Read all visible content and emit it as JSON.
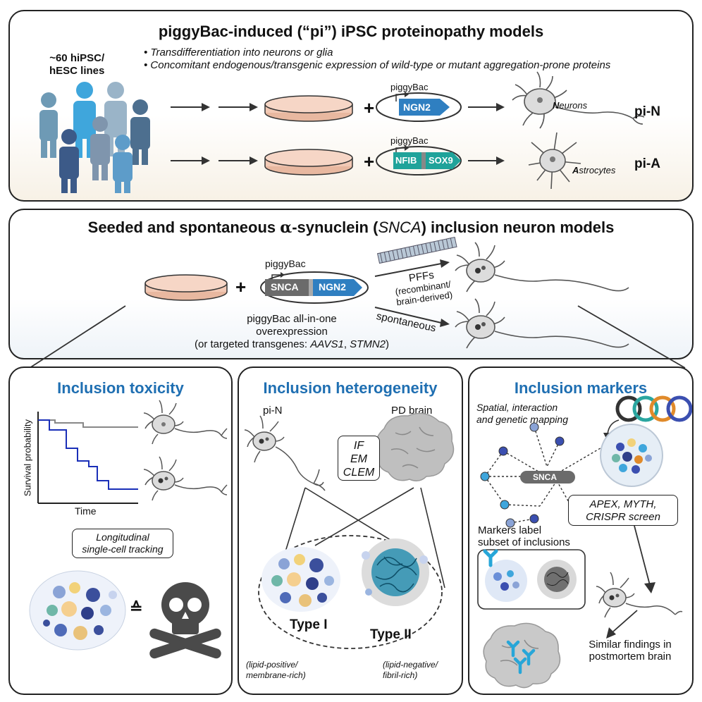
{
  "top": {
    "title": "piggyBac-induced (“pi”) iPSC proteinopathy models",
    "lines_label_1": "~60 hiPSC/",
    "lines_label_2": "hESC lines",
    "bullet_1": "• Transdifferentiation into neurons or glia",
    "bullet_2": "• Concomitant endogenous/transgenic expression of wild-type or mutant aggregation-prone proteins",
    "plus": "+",
    "piggybac": "piggyBac",
    "gene_ngn2": "NGN2",
    "gene_nfib": "NFIB",
    "gene_sox9": "SOX9",
    "neurons_cap": "N",
    "neurons_rest": "eurons",
    "astro_cap": "A",
    "astro_rest": "strocytes",
    "pi_n": "pi-N",
    "pi_a": "pi-A"
  },
  "middle": {
    "title_pre": "Seeded and spontaneous ",
    "title_alpha": "α",
    "title_mid": "-synuclein (",
    "title_gene": "SNCA",
    "title_post": ") inclusion neuron models",
    "plus": "+",
    "piggybac": "piggyBac",
    "gene_snca": "SNCA",
    "gene_ngn2": "NGN2",
    "pffs": "PFFs",
    "pffs_sub_1": "(recombinant/",
    "pffs_sub_2": "brain-derived)",
    "spontaneous": "spontaneous",
    "overexp_1": "piggyBac all-in-one",
    "overexp_2": "overexpression",
    "overexp_3_pre": "(or targeted transgenes: ",
    "overexp_3_g1": "AAVS1",
    "overexp_3_sep": ", ",
    "overexp_3_g2": "STMN2",
    "overexp_3_post": ")"
  },
  "toxicity": {
    "title": "Inclusion toxicity",
    "ylabel": "Survival probability",
    "xlabel": "Time",
    "box_1": "Longitudinal",
    "box_2": "single-cell tracking",
    "equals": "≙"
  },
  "heterogeneity": {
    "title": "Inclusion heterogeneity",
    "pi_n": "pi-N",
    "pd_brain": "PD brain",
    "method_1": "IF",
    "method_2": "EM",
    "method_3": "CLEM",
    "type_1": "Type I",
    "type_2": "Type II",
    "note_1a": "(lipid-positive/",
    "note_1b": "membrane-rich)",
    "note_2a": "(lipid-negative/",
    "note_2b": "fibril-rich)"
  },
  "markers": {
    "title": "Inclusion markers",
    "mapping_1": "Spatial, interaction",
    "mapping_2": "and genetic mapping",
    "hub": "SNCA",
    "screens_1": "APEX, MYTH,",
    "screens_2": "CRISPR screen",
    "label_1": "Markers label",
    "label_2": "subset of inclusions",
    "similar_1": "Similar findings in",
    "similar_2": "postmortem brain"
  },
  "colors": {
    "ngn2": "#2f7fc1",
    "tf": "#1fa39a",
    "snca": "#6b6b6b",
    "accent_title": "#1f6fb2",
    "curve_gray": "#888888",
    "curve_blue": "#1a2fb8",
    "dish": "#f2c9b5"
  }
}
